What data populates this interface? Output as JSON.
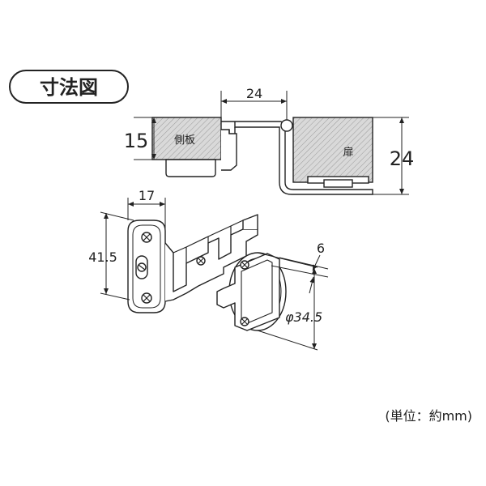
{
  "title_badge": "寸法図",
  "top_view": {
    "dim_top": "24",
    "dim_left": "15",
    "dim_right": "24",
    "side_panel_label": "側板",
    "door_label": "扉"
  },
  "iso_view": {
    "dim_width": "17",
    "dim_height": "41.5",
    "dim_thickness": "6",
    "dim_diameter": "φ34.5"
  },
  "unit_note": "(単位：約mm)",
  "colors": {
    "line": "#222222",
    "hatch_fill": "#d9d9d9",
    "part_fill": "#ffffff"
  }
}
